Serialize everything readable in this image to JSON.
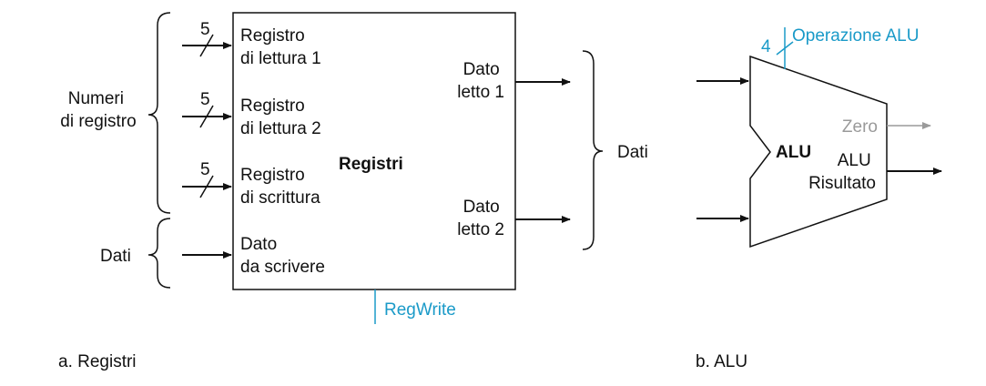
{
  "colors": {
    "line": "#111111",
    "control": "#1a9ac8",
    "muted": "#9a9a9a"
  },
  "registers": {
    "title": "Registri",
    "inputs": [
      {
        "line1": "Registro",
        "line2": "di lettura 1",
        "bus_width": "5"
      },
      {
        "line1": "Registro",
        "line2": "di lettura 2",
        "bus_width": "5"
      },
      {
        "line1": "Registro",
        "line2": "di scrittura",
        "bus_width": "5"
      },
      {
        "line1": "Dato",
        "line2": "da scrivere",
        "bus_width": ""
      }
    ],
    "outputs": [
      {
        "line1": "Dato",
        "line2": "letto 1"
      },
      {
        "line1": "Dato",
        "line2": "letto 2"
      }
    ],
    "brace_register_numbers": {
      "line1": "Numeri",
      "line2": "di registro"
    },
    "brace_data_in": "Dati",
    "brace_data_out": "Dati",
    "control": "RegWrite",
    "caption": "a. Registri"
  },
  "alu": {
    "title": "ALU",
    "control": "Operazione ALU",
    "control_width": "4",
    "zero": "Zero",
    "result_line1": "ALU",
    "result_line2": "Risultato",
    "caption": "b. ALU"
  }
}
